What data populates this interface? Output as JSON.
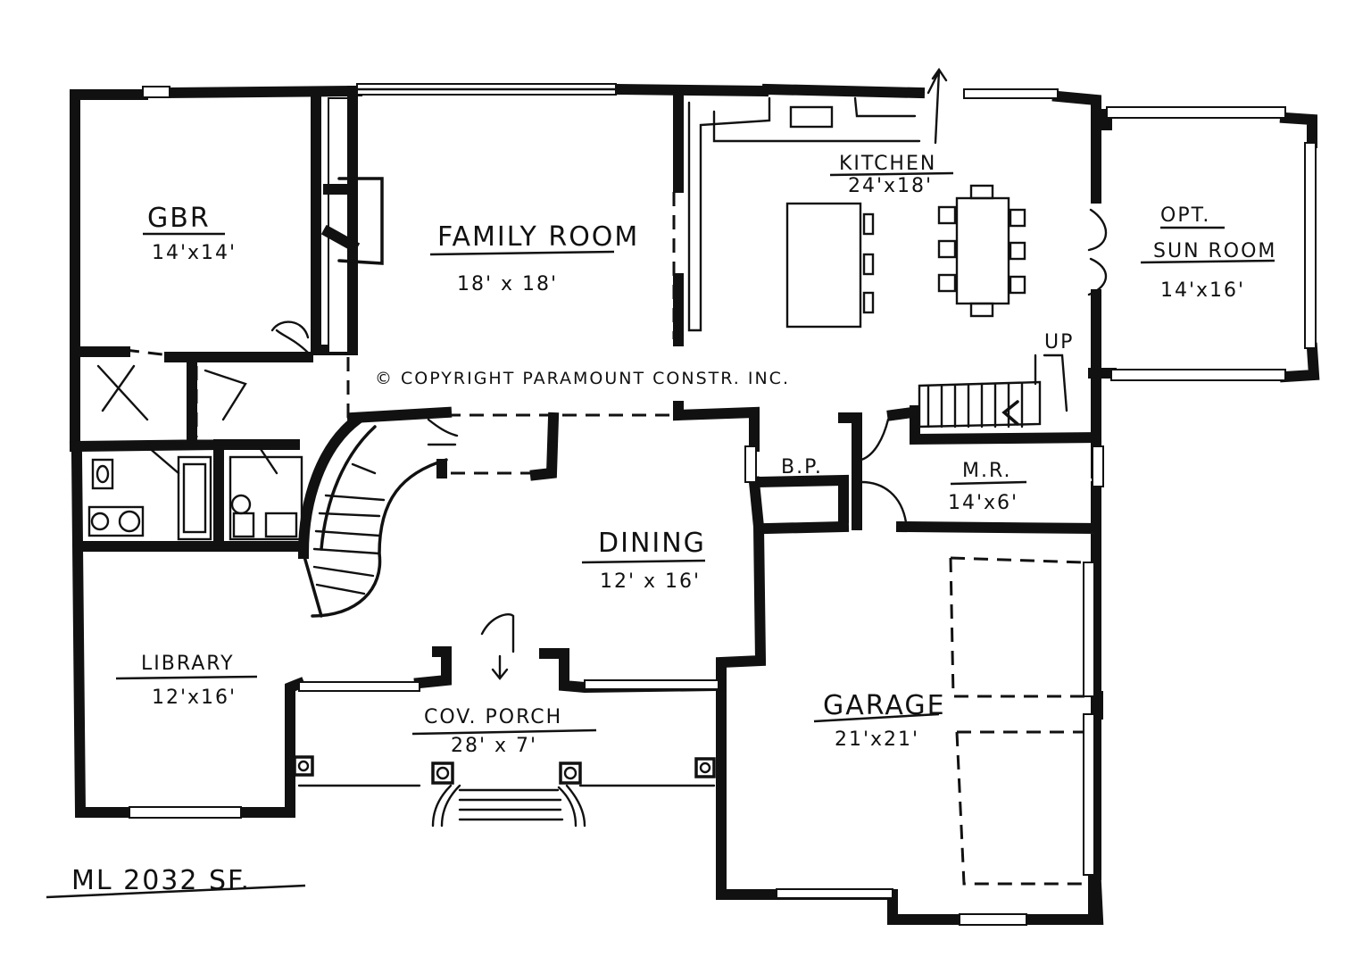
{
  "rooms": [
    {
      "id": "gbr",
      "name": "GBR",
      "size": "14'x14'"
    },
    {
      "id": "family",
      "name": "FAMILY ROOM",
      "size": "18' x 18'"
    },
    {
      "id": "kitchen",
      "name": "KITCHEN",
      "size": "24'x18'"
    },
    {
      "id": "sunroom",
      "name": "OPT.",
      "name2": "SUN ROOM",
      "size": "14'x16'"
    },
    {
      "id": "bp",
      "name": "B.P."
    },
    {
      "id": "mr",
      "name": "M.R.",
      "size": "14'x6'"
    },
    {
      "id": "dining",
      "name": "DINING",
      "size": "12' x 16'"
    },
    {
      "id": "library",
      "name": "LIBRARY",
      "size": "12'x16'"
    },
    {
      "id": "porch",
      "name": "COV. PORCH",
      "size": "28' x 7'"
    },
    {
      "id": "garage",
      "name": "GARAGE",
      "size": "21'x21'"
    }
  ],
  "stair_label": "UP",
  "copyright": "© COPYRIGHT PARAMOUNT CONSTR. INC.",
  "footer": "ML 2032 SF."
}
